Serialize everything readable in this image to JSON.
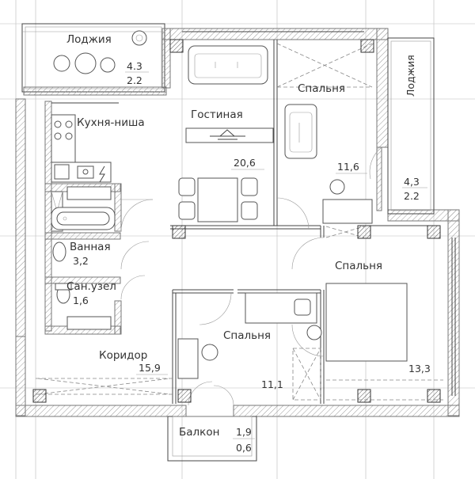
{
  "rooms": {
    "loggia_left": {
      "name": "Лоджия",
      "area": "4.3",
      "width": "2.2"
    },
    "loggia_right": {
      "name": "Лоджия",
      "area": "4,3",
      "width": "2.2"
    },
    "kitchen": {
      "name": "Кухня-ниша"
    },
    "living": {
      "name": "Гостиная",
      "area": "20,6"
    },
    "bedroom_top": {
      "name": "Спальня",
      "area": "11,6"
    },
    "bath": {
      "name": "Ванная",
      "area": "3,2"
    },
    "wc": {
      "name": "Сан.узел",
      "area": "1,6"
    },
    "bedroom_mid": {
      "name": "Спальня",
      "area": "11,1"
    },
    "bedroom_right": {
      "name": "Спальня",
      "area": "13,3"
    },
    "corridor": {
      "name": "Коридор",
      "area": "15,9"
    },
    "balcony": {
      "name": "Балкон",
      "area": "1,9",
      "width": "0,6"
    }
  }
}
